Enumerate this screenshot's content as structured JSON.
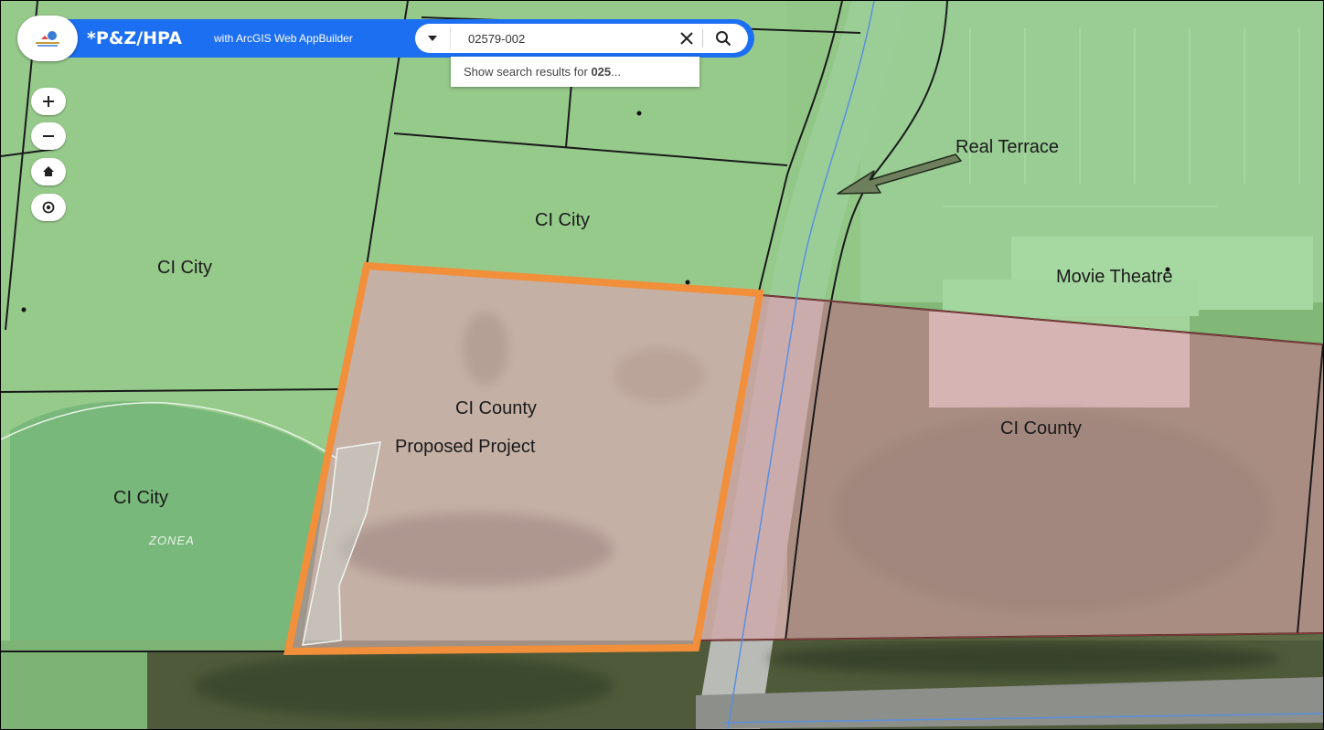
{
  "app": {
    "title": "*P&Z/HPA",
    "subtitle": "with ArcGIS Web AppBuilder"
  },
  "search": {
    "value": "02579-002",
    "suggestion_prefix": "Show search results for ",
    "suggestion_term": "025",
    "suggestion_suffix": "..."
  },
  "map_labels": {
    "ci_city_north": "CI City",
    "ci_city_west": "CI City",
    "ci_city_southwest": "CI City",
    "ci_county_project": "CI County",
    "proposed_project": "Proposed Project",
    "ci_county_east": "CI County",
    "real_terrace": "Real Terrace",
    "movie_theatre": "Movie Theatre",
    "zone": "ZONEA"
  },
  "icons": {
    "logo": "county-seal-logo",
    "dropdown": "caret-down-icon",
    "clear": "close-icon",
    "search": "search-icon",
    "zoom_in": "plus-icon",
    "zoom_out": "minus-icon",
    "home": "home-icon",
    "locate": "locate-icon",
    "arrow": "arrow-annotation"
  },
  "colors": {
    "header_blue": "#1d6ff2",
    "city_overlay": "#8fd68a",
    "county_overlay": "#d7a3a8",
    "project_outline": "#f28f3b",
    "parcel_line": "#1a1a1a"
  }
}
